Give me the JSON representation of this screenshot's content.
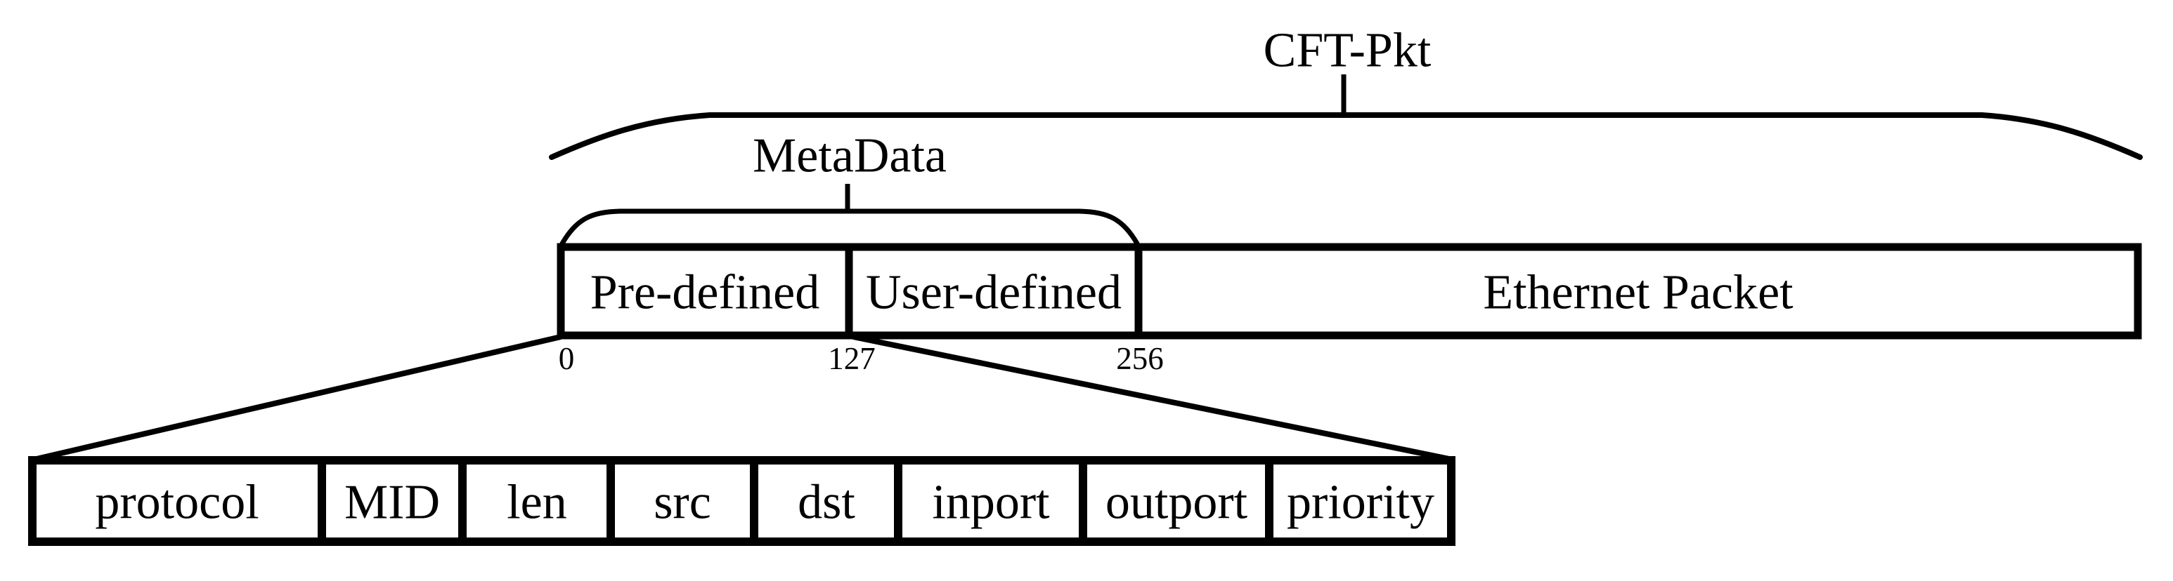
{
  "diagram": {
    "title": "CFT-Pkt",
    "metadata_label": "MetaData",
    "top_fields": [
      {
        "label": "Pre-defined"
      },
      {
        "label": "User-defined"
      },
      {
        "label": "Ethernet Packet"
      }
    ],
    "bit_markers": [
      "0",
      "127",
      "256"
    ],
    "subfields": [
      "protocol",
      "MID",
      "len",
      "src",
      "dst",
      "inport",
      "outport",
      "priority"
    ],
    "colors": {
      "line": "#000000",
      "background": "#ffffff"
    }
  }
}
